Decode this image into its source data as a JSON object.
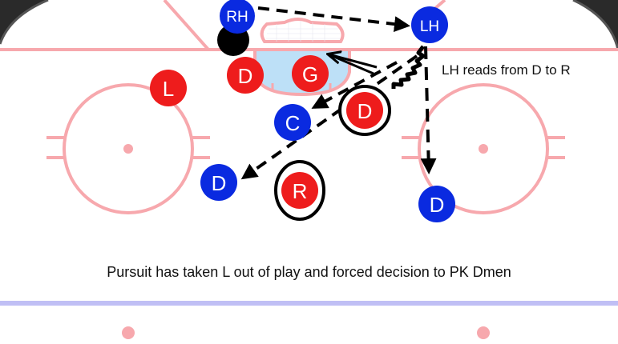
{
  "diagram": {
    "title": "Penalty kill pursuit diagram",
    "note": "LH reads from D to R",
    "caption": "Pursuit has taken L out of play and forced decision to PK Dmen",
    "colors": {
      "rink_line": "#f7a8ad",
      "blue_line": "#c0bff5",
      "crease_fill": "#bde0f7",
      "offense_blue": "#0a2ae0",
      "defense_red": "#ee1c1c",
      "puck": "#000000",
      "corner": "#2a2a2a"
    },
    "players": [
      {
        "id": "rh",
        "label": "RH",
        "team": "offense"
      },
      {
        "id": "lh",
        "label": "LH",
        "team": "offense"
      },
      {
        "id": "c",
        "label": "C",
        "team": "offense"
      },
      {
        "id": "d-left",
        "label": "D",
        "team": "offense"
      },
      {
        "id": "d-right",
        "label": "D",
        "team": "offense"
      },
      {
        "id": "l",
        "label": "L",
        "team": "defense"
      },
      {
        "id": "d-def-left",
        "label": "D",
        "team": "defense"
      },
      {
        "id": "g",
        "label": "G",
        "team": "defense"
      },
      {
        "id": "d-def-circled",
        "label": "D",
        "team": "defense",
        "circled": true
      },
      {
        "id": "r",
        "label": "R",
        "team": "defense",
        "circled": true
      }
    ]
  }
}
